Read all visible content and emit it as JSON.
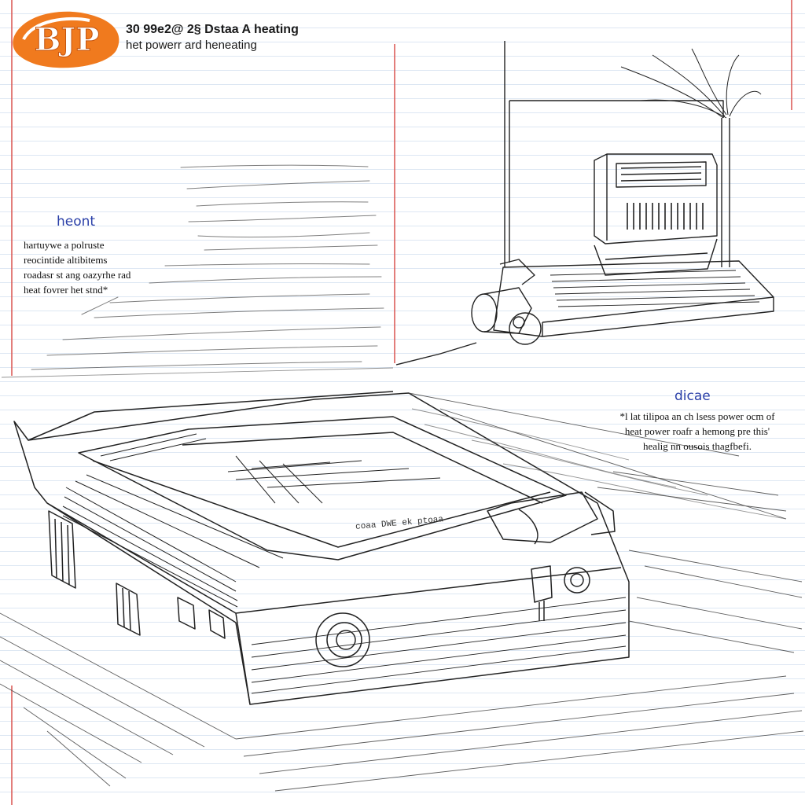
{
  "header": {
    "logo_text": "BJP",
    "line1": "30 99e2@ 2§ Dstaa A heating",
    "line2": "het powerr ard heneating"
  },
  "note_left": {
    "title": "heont",
    "lines": [
      "hartuywe a polruste",
      "reocintide altibitems",
      "roadasr st ang oazyrhe rad",
      "heat fovrer het stnd*"
    ]
  },
  "note_right": {
    "title": "dicae",
    "lines": [
      "*l lat tilipoa an ch lsess power ocm of",
      "heat power roafr a hemong pre this'",
      "healig nn ousois thagfbefi."
    ]
  },
  "stove_label": "coaa DWE ek ptoaa",
  "colors": {
    "ink": "#222222",
    "accent_orange": "#f07a1e",
    "note_blue": "#2a3fa8",
    "margin_red": "#d9534f",
    "paper_rule": "#dde7f3"
  },
  "icons": {
    "logo": "orange-brand-logo",
    "space_heater": "space-heater-sketch",
    "floor_stove": "floor-stove-sketch"
  }
}
